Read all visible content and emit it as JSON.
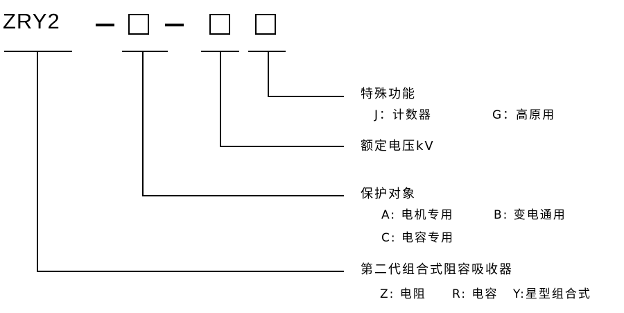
{
  "model": "ZRY2",
  "groups": [
    {
      "title": "特殊功能",
      "lines": [
        "J：计数器",
        "G：高原用"
      ]
    },
    {
      "title": "额定电压kV",
      "lines": []
    },
    {
      "title": "保护对象",
      "lines": [
        "A: 电机专用",
        "B: 变电通用",
        "C: 电容专用"
      ]
    },
    {
      "title": "第二代组合式阻容吸收器",
      "lines": [
        "Z: 电阻",
        "R: 电容",
        "Y:星型组合式"
      ]
    }
  ],
  "colors": {
    "line": "#000000",
    "text": "#000000",
    "background": "#ffffff"
  }
}
